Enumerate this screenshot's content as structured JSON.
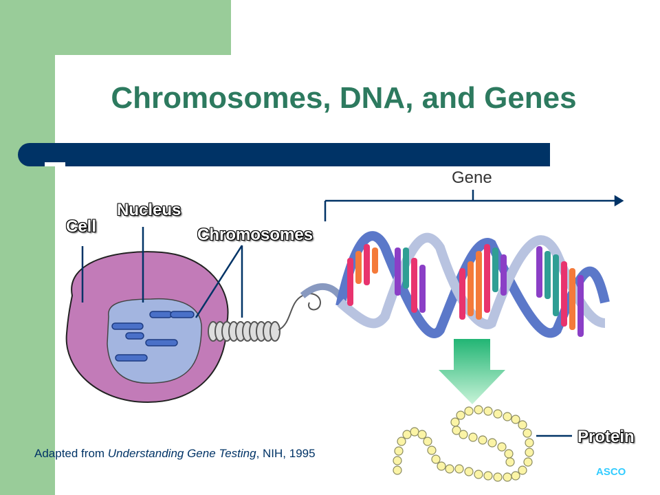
{
  "slide": {
    "title": "Chromosomes, DNA, and Genes",
    "colors": {
      "sidebar": "#99cc99",
      "rule": "#003366",
      "title": "#2d7a5f",
      "logo": "#33ccff"
    }
  },
  "labels": {
    "cell": "Cell",
    "nucleus": "Nucleus",
    "chromosomes": "Chromosomes",
    "gene": "Gene",
    "protein": "Protein"
  },
  "credit": {
    "prefix": "Adapted from ",
    "source_title": "Understanding Gene Testing",
    "suffix": ", NIH, 1995"
  },
  "logo": {
    "text": "ASCO"
  }
}
